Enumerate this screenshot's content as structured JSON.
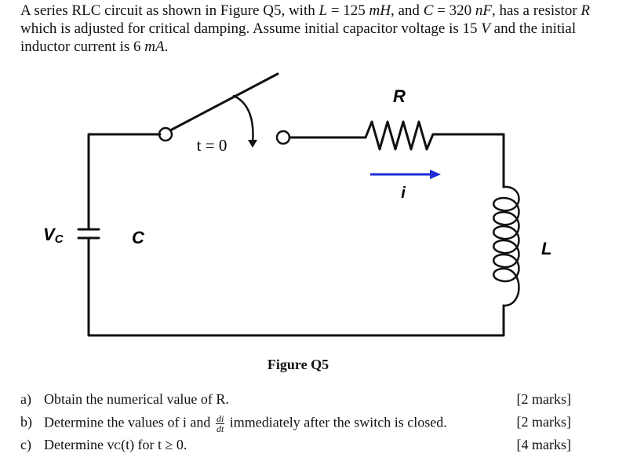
{
  "intro": {
    "p1": "A series RLC circuit as shown in Figure Q5, with ",
    "L_sym": "L",
    "eq1": " = 125 ",
    "L_unit": "mH",
    "p2": ", and ",
    "C_sym": "C",
    "eq2": " = 320 ",
    "C_unit": "nF",
    "p3": ", has a resistor ",
    "R_sym": "R",
    "p4": " which is adjusted for critical damping. Assume initial capacitor voltage is 15 ",
    "V_unit": "V",
    "p5": " and the initial inductor current is 6 ",
    "I_unit": "mA",
    "p6": "."
  },
  "circuit": {
    "resistor_label": "R",
    "switch_label": "t = 0",
    "current_label": "i",
    "capacitor_voltage_label": "V",
    "capacitor_voltage_sub": "C",
    "capacitor_label": "C",
    "inductor_label": "L",
    "arrow_color": "#1f2bd6"
  },
  "caption": "Figure Q5",
  "questions": [
    {
      "letter": "a)",
      "text": "Obtain the numerical value of R.",
      "marks": "[2 marks]"
    },
    {
      "letter": "b)",
      "text_before": "Determine the values of i and ",
      "frac_num": "di",
      "frac_den": "dt",
      "text_after": " immediately after the switch is closed.",
      "marks": "[2 marks]"
    },
    {
      "letter": "c)",
      "text": "Determine vᴄ(t) for t ≥ 0.",
      "marks": "[4 marks]"
    }
  ]
}
